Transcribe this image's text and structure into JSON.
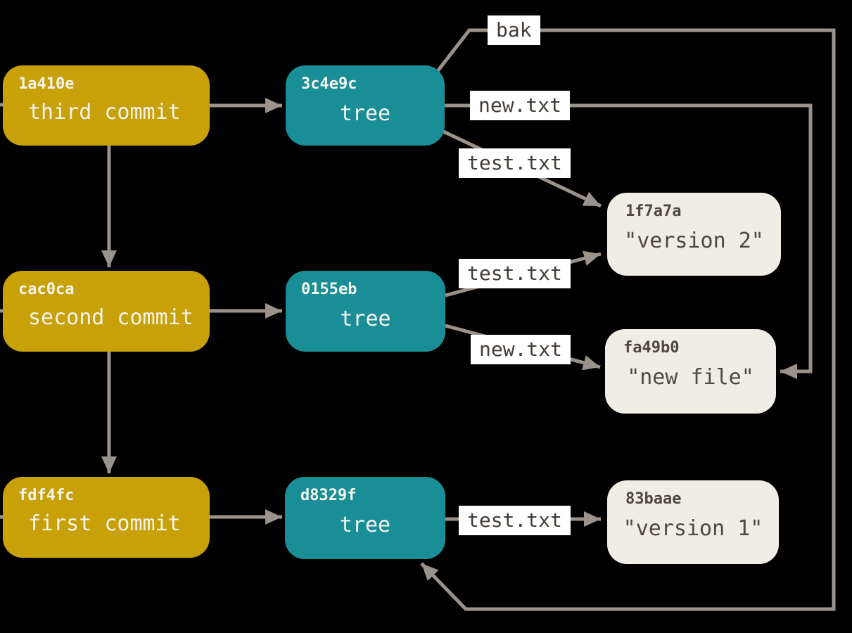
{
  "diagram": {
    "description": "Git object model: commits pointing to trees pointing to blobs",
    "colors": {
      "background": "#000000",
      "commit_fill": "#c8a008",
      "tree_fill": "#1a8e96",
      "blob_fill": "#efede4",
      "arrow": "#9b9289",
      "label_bg": "#ffffff",
      "label_text": "#423d38",
      "box_text_light": "#f5f4ef",
      "box_text_dark": "#4e4840"
    },
    "commits": [
      {
        "hash": "1a410e",
        "label": "third commit"
      },
      {
        "hash": "cac0ca",
        "label": "second commit"
      },
      {
        "hash": "fdf4fc",
        "label": "first commit"
      }
    ],
    "trees": [
      {
        "hash": "3c4e9c",
        "label": "tree"
      },
      {
        "hash": "0155eb",
        "label": "tree"
      },
      {
        "hash": "d8329f",
        "label": "tree"
      }
    ],
    "blobs": [
      {
        "hash": "1f7a7a",
        "label": "\"version 2\""
      },
      {
        "hash": "fa49b0",
        "label": "\"new file\""
      },
      {
        "hash": "83baae",
        "label": "\"version 1\""
      }
    ],
    "edge_labels": [
      {
        "text": "bak"
      },
      {
        "text": "new.txt"
      },
      {
        "text": "test.txt"
      },
      {
        "text": "test.txt"
      },
      {
        "text": "new.txt"
      },
      {
        "text": "test.txt"
      }
    ]
  }
}
